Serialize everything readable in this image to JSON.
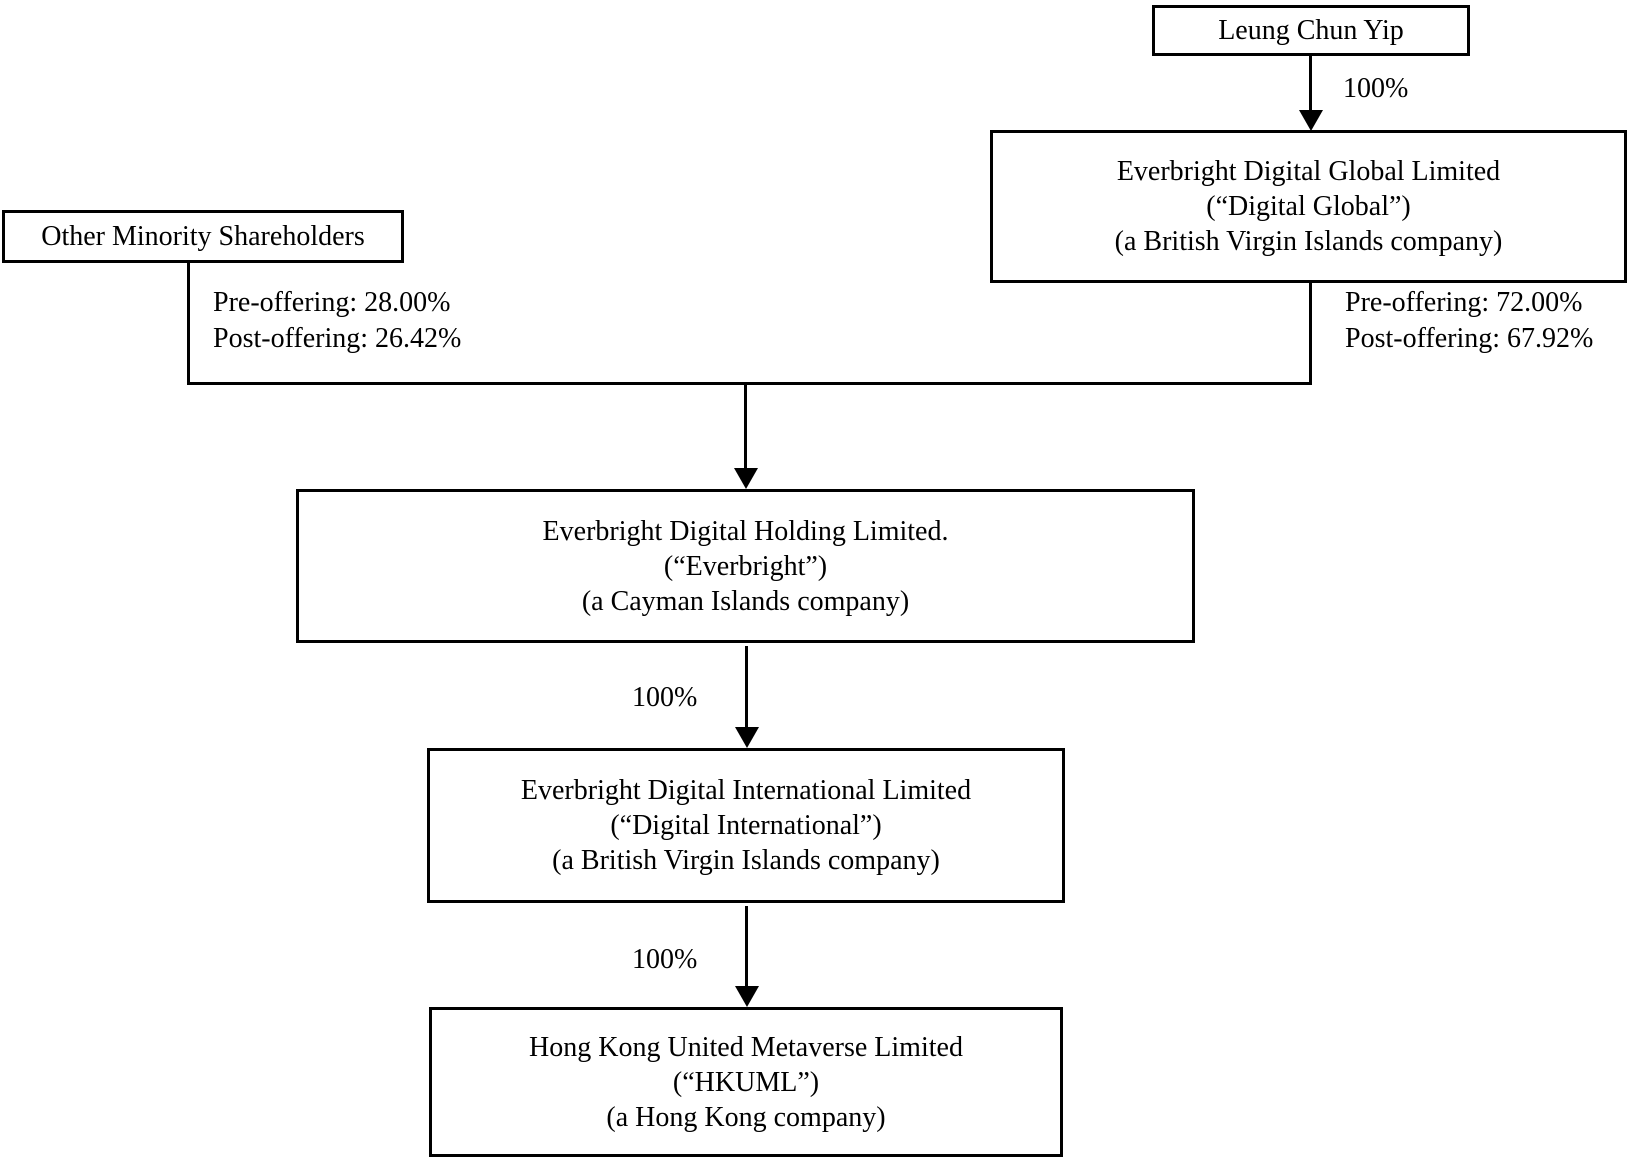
{
  "diagram": {
    "nodes": {
      "leung": {
        "lines": [
          "Leung Chun Yip"
        ]
      },
      "digital_global": {
        "lines": [
          "Everbright Digital Global Limited",
          "(“Digital Global”)",
          "(a British Virgin Islands company)"
        ]
      },
      "other_minority": {
        "lines": [
          "Other Minority Shareholders"
        ]
      },
      "everbright_holding": {
        "lines": [
          "Everbright Digital Holding Limited.",
          "(“Everbright”)",
          "(a Cayman Islands company)"
        ]
      },
      "digital_international": {
        "lines": [
          "Everbright Digital International Limited",
          "(“Digital International”)",
          "(a British Virgin Islands company)"
        ]
      },
      "hkuml": {
        "lines": [
          "Hong Kong United Metaverse Limited",
          "(“HKUML”)",
          "(a Hong Kong company)"
        ]
      }
    },
    "labels": {
      "leung_to_global": "100%",
      "minority_pre_offering": "Pre-offering: 28.00%",
      "minority_post_offering": "Post-offering: 26.42%",
      "global_pre_offering": "Pre-offering: 72.00%",
      "global_post_offering": "Post-offering: 67.92%",
      "everbright_to_international": "100%",
      "international_to_hkuml": "100%"
    },
    "colors": {
      "background": "#ffffff",
      "line": "#000000",
      "text": "#000000"
    }
  }
}
